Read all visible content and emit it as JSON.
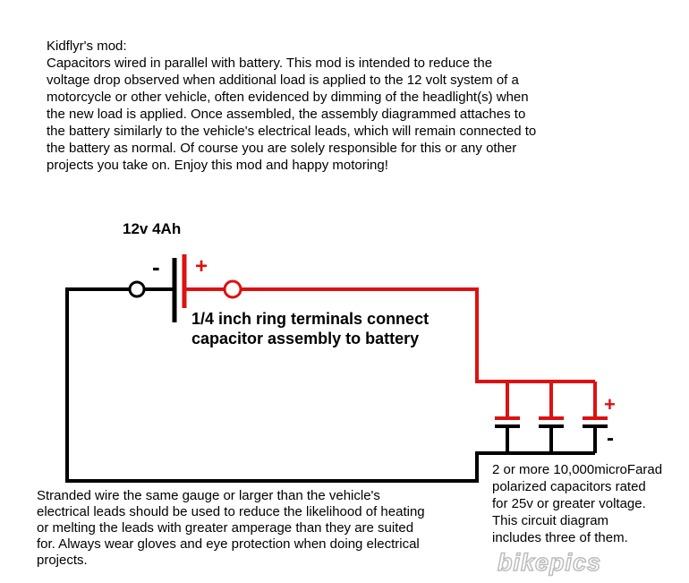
{
  "intro": {
    "title": "Kidflyr's mod:",
    "body": "Capacitors wired in parallel with battery. This mod is intended to reduce the\nvoltage drop observed when additional load is applied to the 12 volt system of a\nmotorcycle or other vehicle, often evidenced by dimming of the headlight(s) when\nthe new load is applied. Once assembled, the assembly diagrammed attaches to\nthe battery similarly to the vehicle's electrical leads, which will remain connected to\nthe battery as normal. Of course you are solely responsible for this or any other\nprojects you take on. Enjoy this mod and happy motoring!"
  },
  "battery": {
    "label": "12v 4Ah",
    "neg_sign": "-",
    "pos_sign": "+"
  },
  "ring_note": "1/4 inch ring terminals connect\ncapacitor assembly to battery",
  "capacitors": {
    "pos_sign": "+",
    "neg_sign": "-",
    "note": "2 or more 10,000microFarad\npolarized capacitors rated\nfor 25v or greater voltage.\nThis circuit diagram\nincludes three of them."
  },
  "wire_note": "Stranded wire the same gauge or larger than the vehicle's\nelectrical leads should be used to reduce the likelihood of heating\nor melting  the leads with greater amperage than they are suited\nfor. Always wear gloves and eye protection when doing electrical\nprojects.",
  "watermark": "bikepics",
  "colors": {
    "positive_wire": "#dd1111",
    "negative_wire": "#000000",
    "watermark": "#c8c8c8"
  }
}
